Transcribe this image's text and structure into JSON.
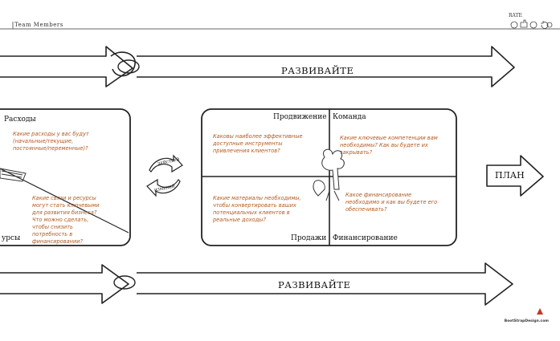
{
  "header": {
    "section_title": "Team Members",
    "rate_label": "RATE"
  },
  "top_arrow": {
    "label": "РАЗВИВАЙТЕ"
  },
  "bottom_arrow": {
    "label": "РАЗВИВАЙТЕ"
  },
  "left_card": {
    "title": "Расходы",
    "question": "Какие расходы у вас будут (начальные/текущие, постоянные/переменные)?",
    "question2": "Какие связи и ресурсы могут стать ключевыми для развития бизнеса? Что можно сделать, чтобы снизить потребность в финансировании?",
    "bottom_label": "урсы"
  },
  "cycle": {
    "top_label": "ДЕЙСТВУЙ",
    "bottom_label": "ИЗМЕНЯЙ"
  },
  "quadrants": {
    "top_left": {
      "title": "Продвижение",
      "question": "Каковы наиболее эффективные доступные инструменты привлечения клиентов?"
    },
    "top_right": {
      "title": "Команда",
      "question": "Какие ключевые компетенции вам необходимы? Как вы будете их закрывать?"
    },
    "bottom_left": {
      "title": "Продажи",
      "question": "Какие материалы необходимы, чтобы конвертировать ваших потенциальных клиентов в реальные доходы?"
    },
    "bottom_right": {
      "title": "Финансирование",
      "question": "Какое финансирование необходимо и как вы будете его обеспечивать?"
    }
  },
  "plan": {
    "label": "ПЛАН"
  },
  "footer": {
    "brand": "BootStrapDesign.com"
  },
  "icons": [
    "thumbs-up-icon",
    "thumbs-down-icon",
    "smiley-icon",
    "refresh-icon",
    "circle-icon",
    "gear-icon",
    "ring-knot-icon",
    "puzzle-arrows-icon",
    "pencil-icon",
    "tree-figure-icon"
  ],
  "colors": {
    "question_text": "#b25a1e",
    "lines": "#222222"
  }
}
